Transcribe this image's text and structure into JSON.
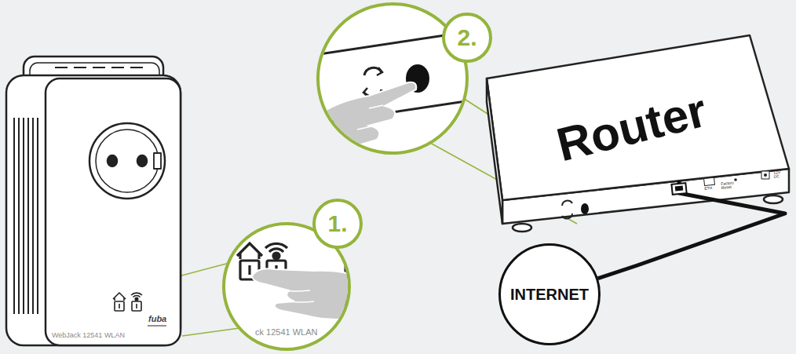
{
  "diagram": {
    "nodes": [
      {
        "text": [
          "1."
        ]
      },
      {
        "text": [
          "2."
        ]
      },
      {
        "text": [
          "Router"
        ]
      },
      {
        "text": [
          "INTERNET"
        ]
      }
    ],
    "edges": [
      {
        "from": 2,
        "to": 3,
        "arrow": "none"
      }
    ],
    "labels": [
      "WebJack 12541 WLAN",
      "fuba",
      "ck 12541 WLAN",
      "ETH",
      "Factory Reset",
      "12V DC"
    ]
  }
}
